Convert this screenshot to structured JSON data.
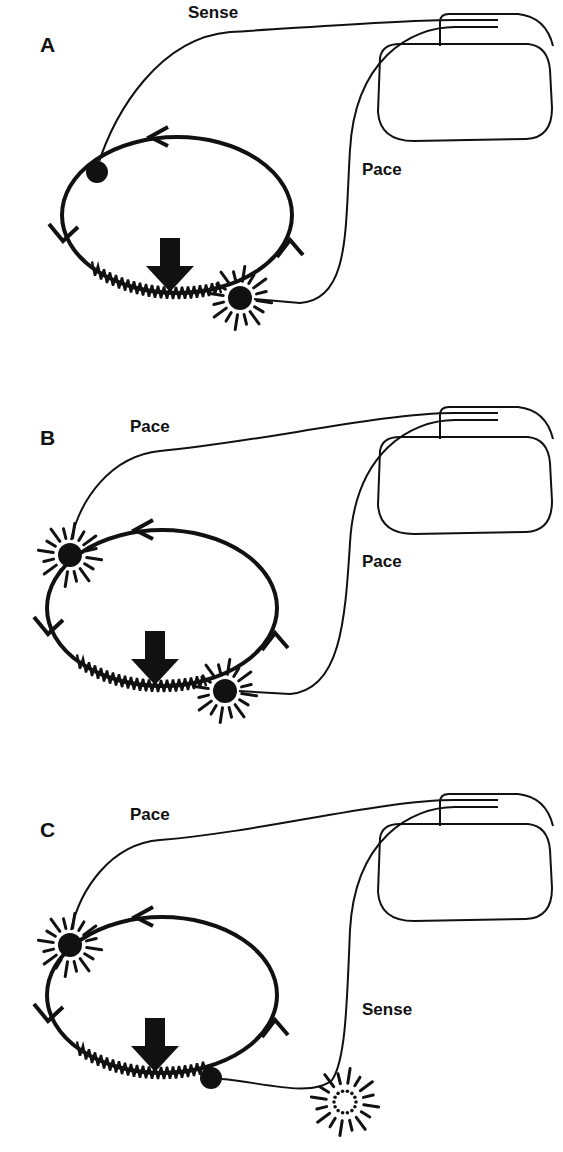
{
  "diagram": {
    "labels": [
      "A",
      "Sense",
      "Pace",
      "B",
      "Pace",
      "Pace",
      "C",
      "Pace",
      "Sense"
    ]
  }
}
